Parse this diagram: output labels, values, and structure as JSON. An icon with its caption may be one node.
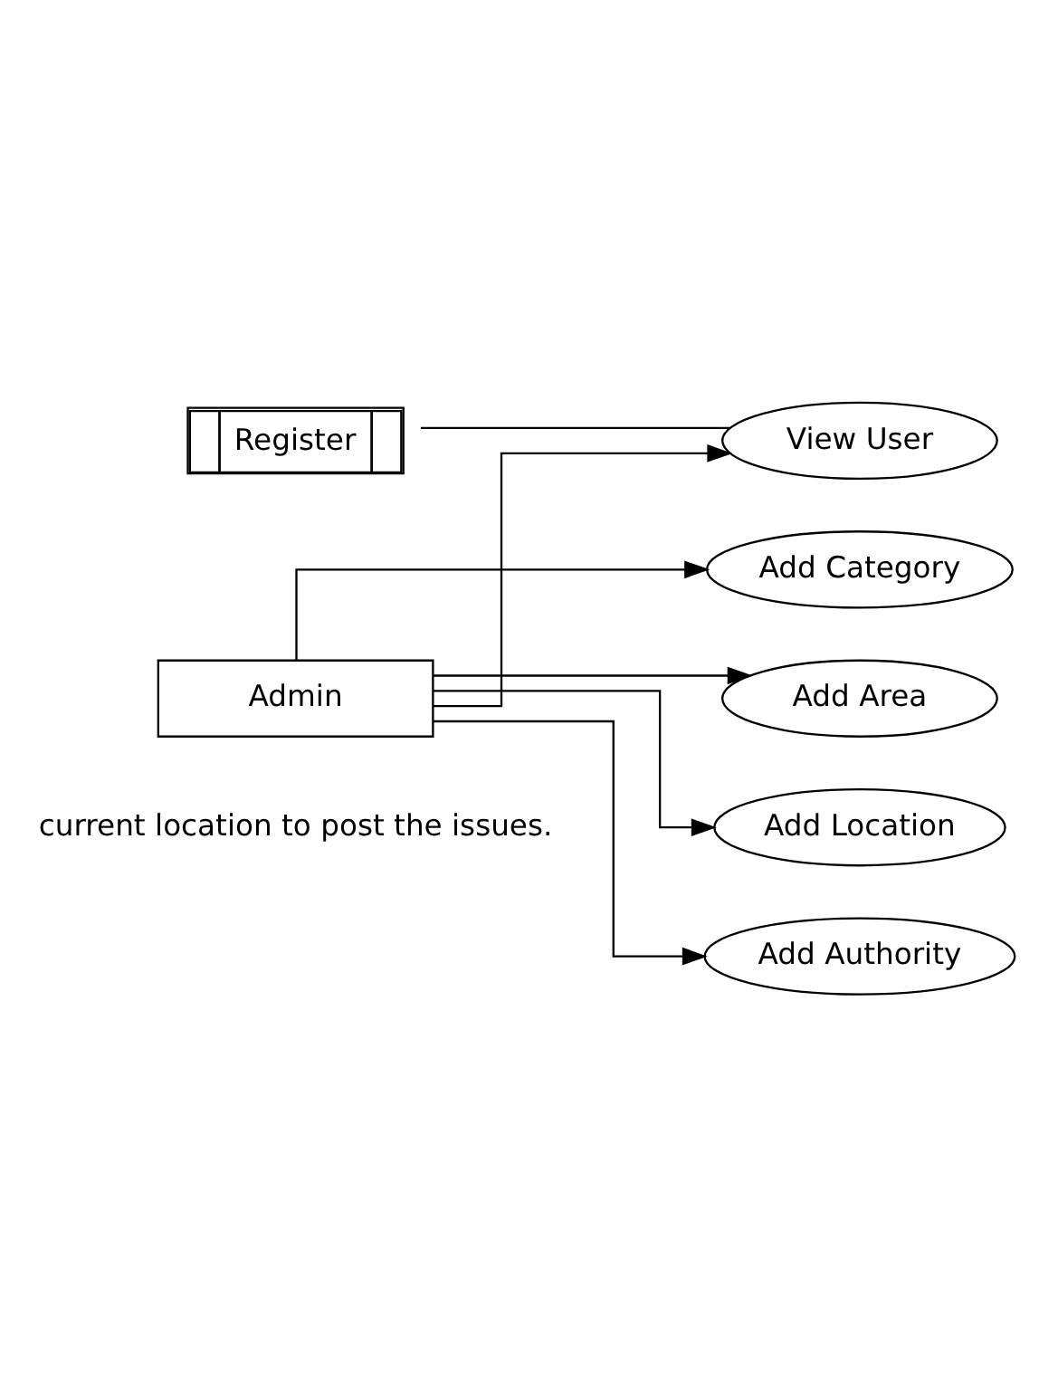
{
  "diagram": {
    "nodes": [
      {
        "text": [
          "Admin"
        ]
      },
      {
        "text": [
          "Register"
        ]
      },
      {
        "text": [
          "View User"
        ]
      },
      {
        "text": [
          "Add Category"
        ]
      },
      {
        "text": [
          "Add Area"
        ]
      },
      {
        "text": [
          "Add Location"
        ]
      },
      {
        "text": [
          "Add Authority"
        ]
      }
    ],
    "edges": [
      {
        "from": 1,
        "to": 2,
        "arrow": "none"
      },
      {
        "from": 0,
        "to": 2,
        "arrow": "to"
      },
      {
        "from": 0,
        "to": 3,
        "arrow": "to"
      },
      {
        "from": 0,
        "to": 4,
        "arrow": "to"
      },
      {
        "from": 0,
        "to": 5,
        "arrow": "to"
      },
      {
        "from": 0,
        "to": 6,
        "arrow": "to"
      }
    ],
    "labels": [
      "current location to post the issues."
    ]
  }
}
